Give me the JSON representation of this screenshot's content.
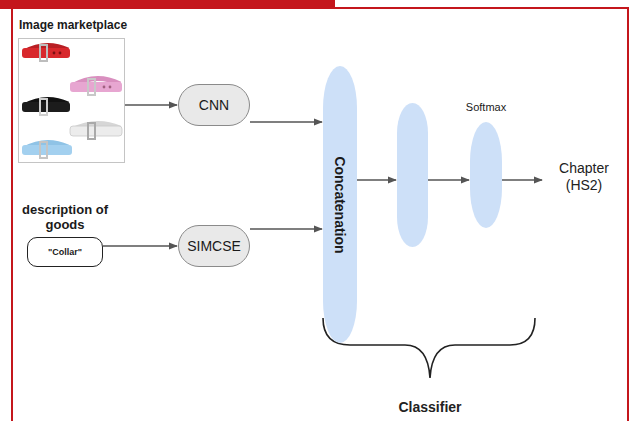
{
  "diagram": {
    "nodes": [
      {
        "text": [
          "Image marketplace"
        ]
      },
      {
        "text": [
          "CNN"
        ]
      },
      {
        "text": [
          "description of goods",
          "\"Collar\""
        ]
      },
      {
        "text": [
          "SIMCSE"
        ]
      },
      {
        "text": [
          "Concatenation"
        ]
      },
      {
        "text": [
          "Softmax"
        ]
      }
    ],
    "edges": [
      {
        "from": 0,
        "to": 1,
        "arrow": "to"
      },
      {
        "from": 1,
        "to": 4,
        "arrow": "to"
      },
      {
        "from": 2,
        "to": 3,
        "arrow": "to"
      },
      {
        "from": 3,
        "to": 4,
        "arrow": "to"
      }
    ],
    "labels": [
      "Chapter (HS2)",
      "Classifier"
    ]
  }
}
